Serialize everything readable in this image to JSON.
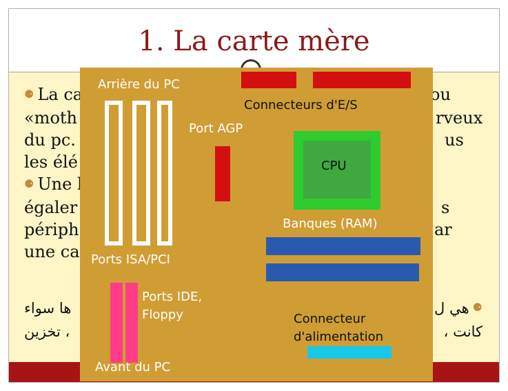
{
  "slide": {
    "title": "1. La carte mère"
  },
  "bullets": [
    [
      "La ca",
      "ou"
    ],
    [
      "«moth",
      "rveux"
    ],
    [
      "du pc.",
      "us"
    ],
    [
      "les élé",
      ""
    ],
    [
      "Une l",
      ""
    ],
    [
      "égaler",
      "s"
    ],
    [
      "périph",
      "ar"
    ],
    [
      "une ca",
      ""
    ]
  ],
  "arabic": [
    [
      "هي ل",
      "ها سواء"
    ],
    [
      "كانت ،",
      "، تخزين"
    ]
  ],
  "board": {
    "labels": {
      "rear": "Arrière du PC",
      "io": "Connecteurs d'E/S",
      "agp": "Port AGP",
      "cpu": "CPU",
      "ram": "Banques (RAM)",
      "isa": "Ports ISA/PCI",
      "ide_1": "Ports IDE,",
      "ide_2": "Floppy",
      "power_1": "Connecteur",
      "power_2": "d'alimentation",
      "front": "Avant du PC"
    },
    "colors": {
      "board": "#d09d34",
      "io": "#d40f0f",
      "agp": "#d40f0f",
      "cpu_outer": "#2ecc2e",
      "cpu_inner": "#3fa93f",
      "ram": "#2a5ab0",
      "ide": "#ff3d86",
      "power": "#18c8e8",
      "slot": "#ffffff"
    }
  }
}
